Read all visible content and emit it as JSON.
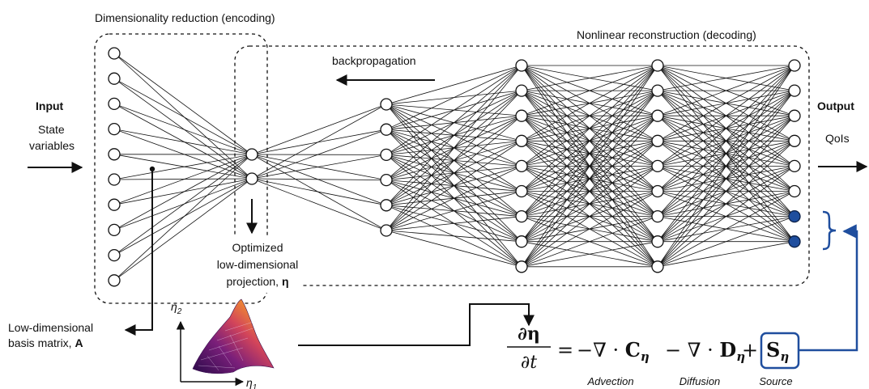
{
  "labels": {
    "encoding": "Dimensionality reduction (encoding)",
    "decoding": "Nonlinear reconstruction (decoding)",
    "backprop": "backpropagation",
    "input_title": "Input",
    "input_line1": "State",
    "input_line2": "variables",
    "output_title": "Output",
    "output_sub": "QoIs",
    "proj_line1": "Optimized",
    "proj_line2": "low-dimensional",
    "proj_line3": "projection, ",
    "proj_eta": "η",
    "basis_line1": "Low-dimensional",
    "basis_line2": "basis matrix, ",
    "basis_A": "A",
    "eta1": "η",
    "eta1_sub": "1",
    "eta2": "η",
    "eta2_sub": "2"
  },
  "equation": {
    "lhs_num": "∂η",
    "lhs_den": "∂t",
    "eq": "=",
    "minus1": "−∇ ·",
    "C": "C",
    "C_sub": "η",
    "minus2": "−",
    "nabla2": "∇ ·",
    "D": "D",
    "D_sub": "η",
    "plus": "+",
    "S": "S",
    "S_sub": "η",
    "advection": "Advection",
    "diffusion": "Diffusion",
    "source": "Source"
  },
  "network": {
    "layer_sizes": [
      10,
      2,
      6,
      9,
      9,
      8
    ],
    "filled_output_nodes": 2
  },
  "colors": {
    "accent": "#1f4e9e",
    "line": "#111111"
  }
}
